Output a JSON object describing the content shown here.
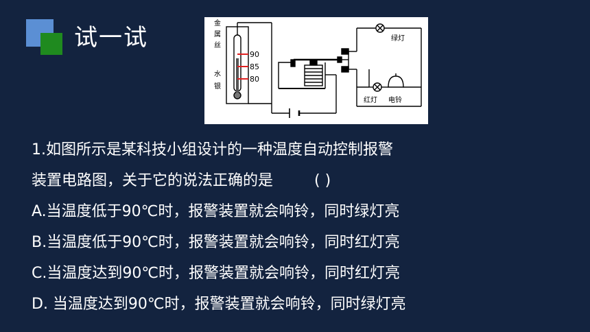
{
  "slide": {
    "title": "试一试"
  },
  "figure": {
    "labels": {
      "metal": [
        "金",
        "属",
        "丝"
      ],
      "mercury": [
        "水",
        "银"
      ],
      "ticks": [
        "90",
        "85",
        "80"
      ],
      "green_lamp": "绿灯",
      "red_lamp": "红灯",
      "bell": "电铃"
    }
  },
  "question": {
    "stem_line1": "1.如图所示是某科技小组设计的一种温度自动控制报警",
    "stem_line2": "装置电路图，关于它的说法正确的是",
    "answer_paren": "(      )",
    "options": [
      "A.当温度低于90℃时，报警装置就会响铃，同时绿灯亮",
      "B.当温度低于90℃时，报警装置就会响铃，同时红灯亮",
      "C.当温度达到90℃时，报警装置就会响铃，同时红灯亮",
      "D. 当温度达到90℃时，报警装置就会响铃，同时绿灯亮"
    ]
  }
}
